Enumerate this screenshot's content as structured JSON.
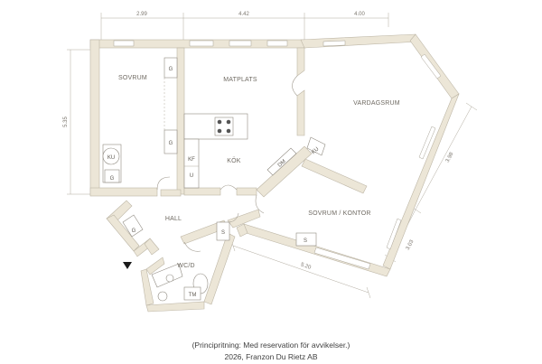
{
  "rooms": {
    "sovrum": "SOVRUM",
    "matplats": "MATPLATS",
    "vardagsrum": "VARDAGSRUM",
    "kok": "KÖK",
    "hall": "HALL",
    "sovrum_kontor": "SOVRUM / KONTOR",
    "wcd": "WC/D"
  },
  "dimensions": {
    "top_left": "2.99",
    "top_mid": "4.42",
    "top_right": "4.00",
    "left": "5.35",
    "right_upper": "3.98",
    "right_lower": "3.03",
    "bottom": "5.20"
  },
  "fixtures": {
    "g": "G",
    "ku": "KU",
    "kf": "KF",
    "u": "U",
    "dm": "DM",
    "s": "S",
    "tm": "TM"
  },
  "caption": {
    "line1": "(Principritning: Med reservation för avvikelser.)",
    "line2": "2026, Franzon Du Rietz AB"
  },
  "colors": {
    "wall": "#ece6d7",
    "wall_edge": "#bdb6a6",
    "line": "#9c968b",
    "text": "#6f6a62"
  }
}
